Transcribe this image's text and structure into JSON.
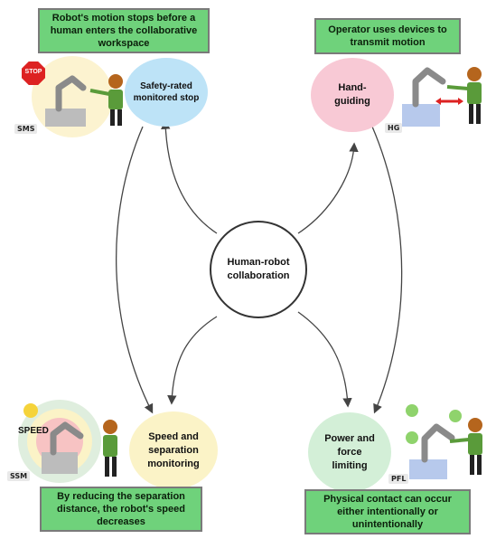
{
  "center": {
    "label": "Human-robot collaboration"
  },
  "modes": {
    "sms": {
      "title": "Safety-rated monitored stop",
      "tag": "SMS",
      "note": "Robot's motion stops before a human enters the collaborative workspace",
      "sign": "STOP",
      "color": "#bde3f7"
    },
    "hg": {
      "title": "Hand-guiding",
      "tag": "HG",
      "note": "Operator uses devices to transmit motion",
      "color": "#f8c9d5"
    },
    "ssm": {
      "title": "Speed and separation monitoring",
      "tag": "SSM",
      "note": "By reducing the separation distance, the robot's speed decreases",
      "sign": "SPEED",
      "color": "#fbf3c7"
    },
    "pfl": {
      "title": "Power and force limiting",
      "tag": "PFL",
      "note": "Physical contact can occur either intentionally or unintentionally",
      "color": "#d3efd7"
    }
  },
  "colors": {
    "note_box": "#6fd27b",
    "arrow": "#444444",
    "robot": "#8a8a8a",
    "human_shirt": "#5a9b3a",
    "human_head": "#b5651d"
  }
}
